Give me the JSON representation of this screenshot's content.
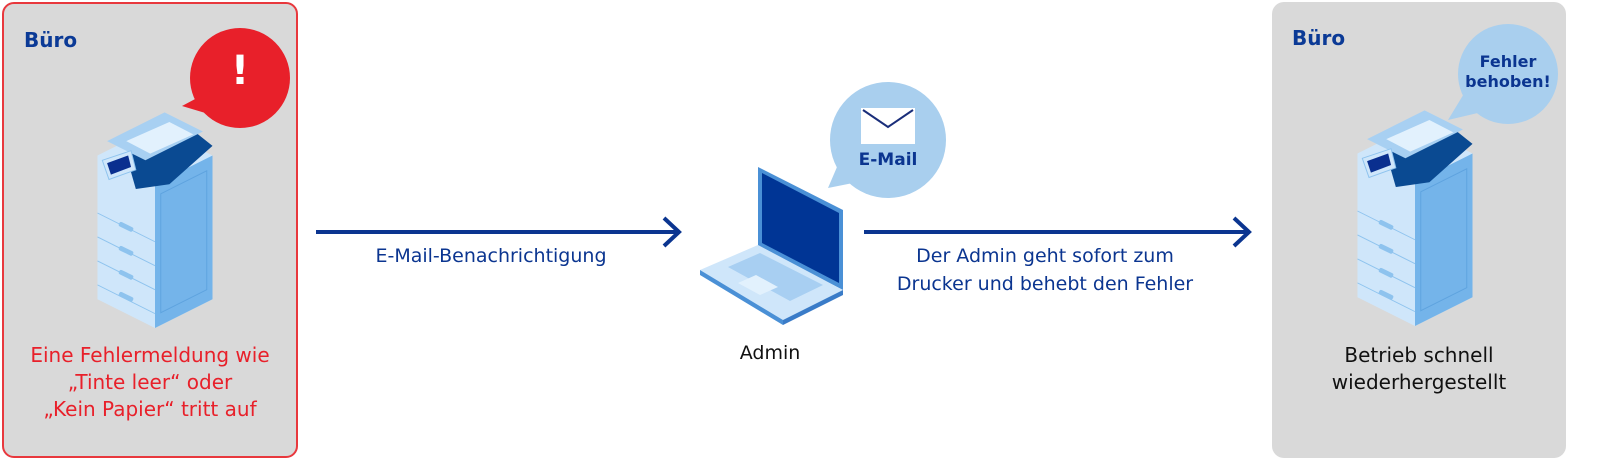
{
  "left_panel": {
    "title": "Büro",
    "alert_symbol": "!",
    "caption": [
      "Eine Fehlermeldung wie",
      "„Tinte leer“ oder",
      "„Kein Papier“ tritt auf"
    ]
  },
  "arrow1": {
    "label": "E-Mail-Benachrichtigung"
  },
  "admin": {
    "email_bubble": "E-Mail",
    "label": "Admin"
  },
  "arrow2": {
    "label": [
      "Der Admin geht sofort zum",
      "Drucker und behebt den Fehler"
    ]
  },
  "right_panel": {
    "title": "Büro",
    "bubble": [
      "Fehler",
      "behoben!"
    ],
    "caption": [
      "Betrieb schnell",
      "wiederhergestellt"
    ]
  },
  "colors": {
    "accent": "#0b3590",
    "alert": "#e8202a",
    "panel": "#d9d9d9",
    "bubble": "#a9cfee"
  }
}
